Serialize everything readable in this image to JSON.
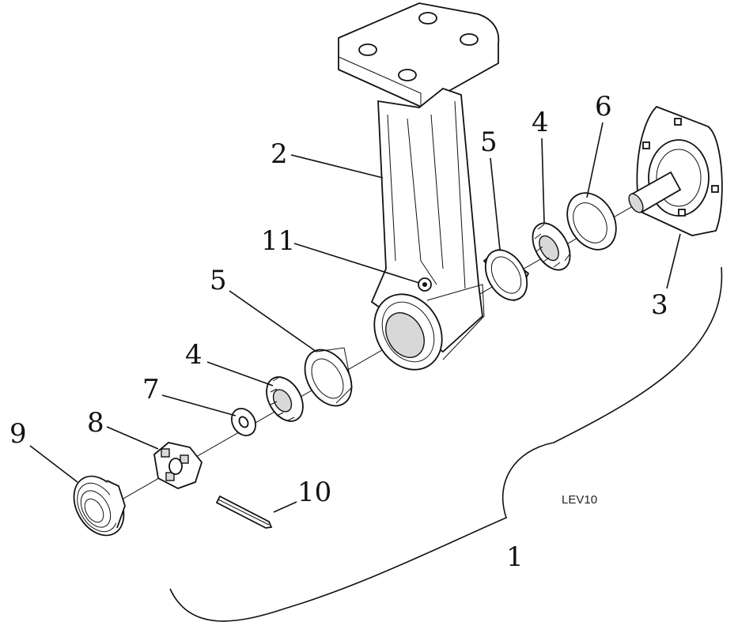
{
  "drawing": {
    "drawing_code": "LEV10",
    "callouts": {
      "c1": "1",
      "c2": "2",
      "c3": "3",
      "c4a": "4",
      "c4b": "4",
      "c5a": "5",
      "c5b": "5",
      "c6": "6",
      "c7": "7",
      "c8": "8",
      "c9": "9",
      "c10": "10",
      "c11": "11"
    }
  }
}
